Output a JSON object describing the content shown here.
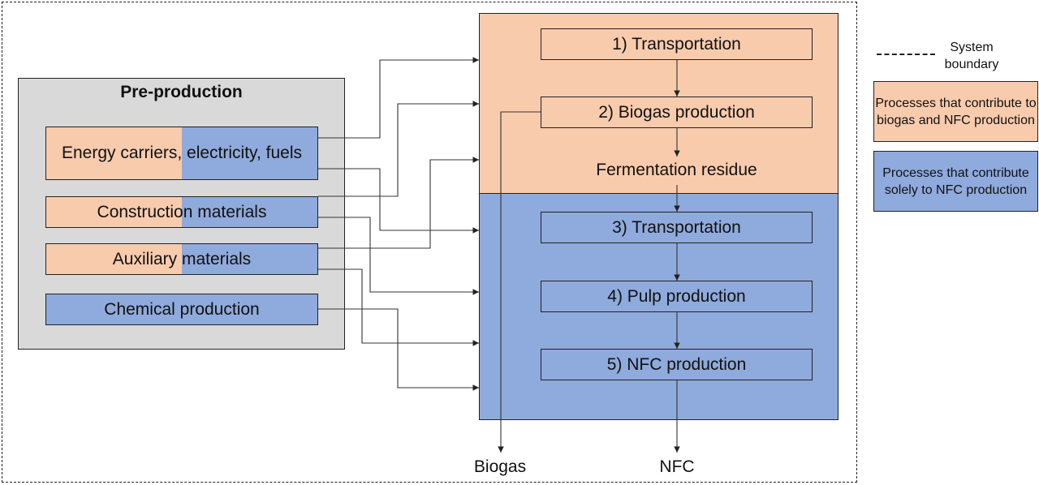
{
  "colors": {
    "orange": "#f8cbad",
    "blue": "#8faadc",
    "grey": "#d9d9d9"
  },
  "process": {
    "p1": "1) Transportation",
    "p2": "2) Biogas production",
    "residue": "Fermentation residue",
    "p3": "3) Transportation",
    "p4": "4) Pulp production",
    "p5": "5) NFC production"
  },
  "preproduction": {
    "title": "Pre-production",
    "energy": "Energy carriers, electricity, fuels",
    "construction": "Construction materials",
    "auxiliary": "Auxiliary materials",
    "chemical": "Chemical production"
  },
  "outputs": {
    "biogas": "Biogas",
    "nfc": "NFC"
  },
  "legend": {
    "boundary": "System boundary",
    "orange": "Processes that contribute to biogas and NFC production",
    "blue": "Processes that contribute solely to NFC production"
  }
}
